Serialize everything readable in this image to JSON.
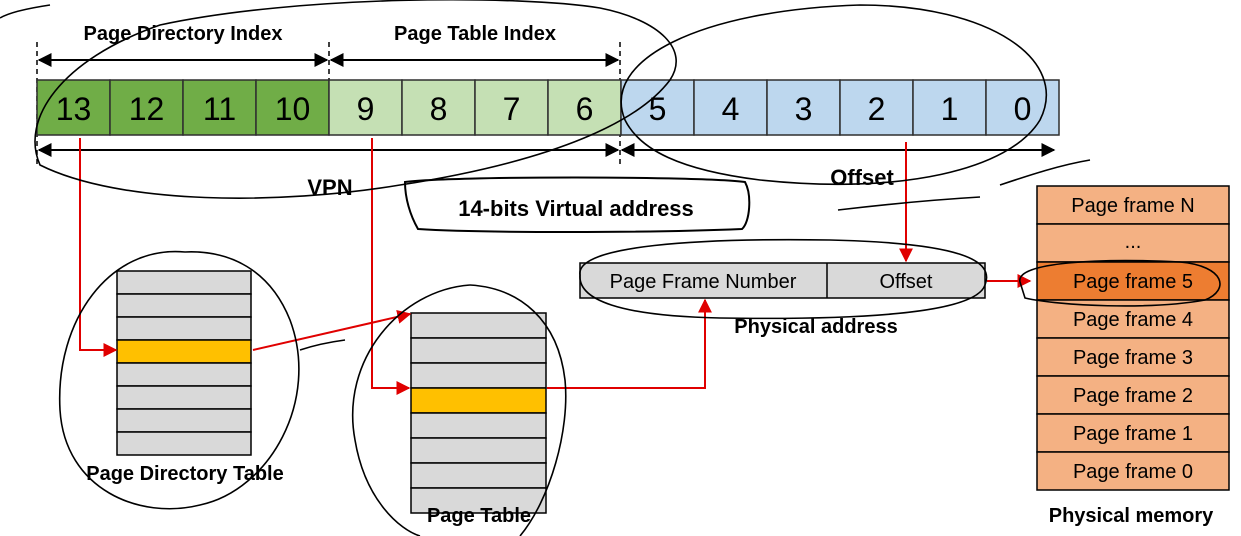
{
  "labels": {
    "page_directory_index": "Page Directory Index",
    "page_table_index": "Page Table Index",
    "vpn": "VPN",
    "offset": "Offset",
    "virtual_address": "14-bits Virtual address",
    "page_directory_table": "Page Directory Table",
    "page_table": "Page Table",
    "physical_address": "Physical address",
    "physical_memory": "Physical memory",
    "pfn_field": "Page Frame Number",
    "offset_field": "Offset"
  },
  "virtual_address_bits": [
    {
      "label": "13",
      "part": "directory"
    },
    {
      "label": "12",
      "part": "directory"
    },
    {
      "label": "11",
      "part": "directory"
    },
    {
      "label": "10",
      "part": "directory"
    },
    {
      "label": "9",
      "part": "table"
    },
    {
      "label": "8",
      "part": "table"
    },
    {
      "label": "7",
      "part": "table"
    },
    {
      "label": "6",
      "part": "table"
    },
    {
      "label": "5",
      "part": "offset"
    },
    {
      "label": "4",
      "part": "offset"
    },
    {
      "label": "3",
      "part": "offset"
    },
    {
      "label": "2",
      "part": "offset"
    },
    {
      "label": "1",
      "part": "offset"
    },
    {
      "label": "0",
      "part": "offset"
    }
  ],
  "page_directory_table": {
    "entries": 8,
    "highlighted_entry": 3
  },
  "page_table": {
    "entries": 8,
    "highlighted_entry": 3
  },
  "physical_memory": {
    "frames": [
      "Page frame N",
      "...",
      "Page frame 5",
      "Page frame 4",
      "Page frame 3",
      "Page frame 2",
      "Page frame 1",
      "Page frame 0"
    ],
    "highlighted": "Page frame 5"
  },
  "colors": {
    "directory_bits": "#70ad47",
    "table_bits": "#c5e0b4",
    "offset_bits": "#bdd7ee",
    "table_entry": "#d9d9d9",
    "highlight_entry": "#ffc000",
    "frame": "#f4b183",
    "frame_highlight": "#ed7d31",
    "arrow": "#e00000"
  }
}
